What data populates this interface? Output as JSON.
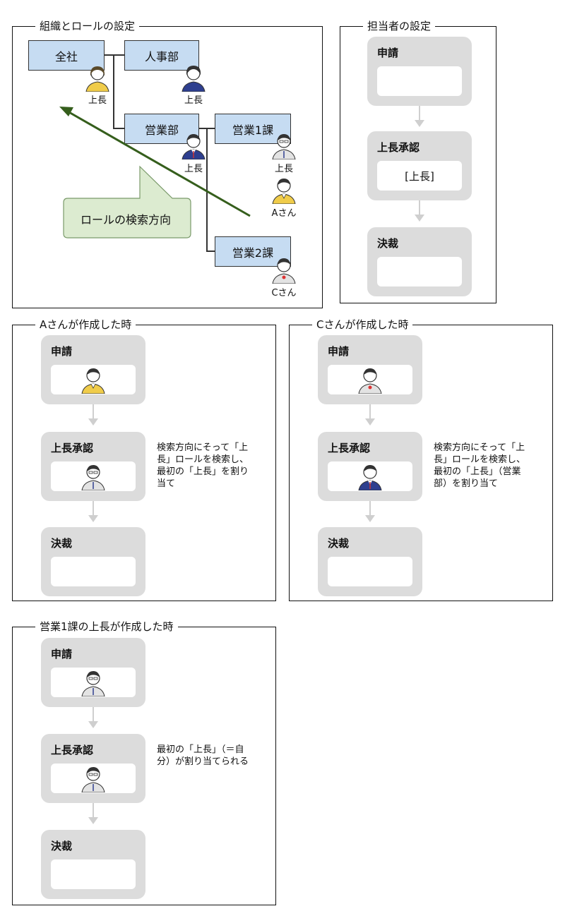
{
  "frames": {
    "org": {
      "title": "組織とロールの設定"
    },
    "assignee": {
      "title": "担当者の設定"
    },
    "a_created": {
      "title": "Aさんが作成した時"
    },
    "c_created": {
      "title": "Cさんが作成した時"
    },
    "sec1_created": {
      "title": "営業1課の上長が作成した時"
    }
  },
  "org_chart": {
    "units": {
      "zensha": "全社",
      "jinji": "人事部",
      "eigyo": "営業部",
      "eigyo1": "営業1課",
      "eigyo2": "営業2課"
    },
    "labels": {
      "zensha_boss": "上長",
      "jinji_boss": "上長",
      "eigyo_boss": "上長",
      "eigyo1_boss": "上長",
      "a_san": "Aさん",
      "c_san": "Cさん"
    },
    "callout": "ロールの検索方向"
  },
  "assignee_flow": {
    "step1": {
      "title": "申請",
      "value": ""
    },
    "step2": {
      "title": "上長承認",
      "value": "[上長]"
    },
    "step3": {
      "title": "決裁",
      "value": ""
    }
  },
  "case_a": {
    "step1": "申請",
    "step2": "上長承認",
    "step3": "決裁",
    "note": "検索方向にそって「上\n長」ロールを検索し、\n最初の「上長」を割り\n当て"
  },
  "case_c": {
    "step1": "申請",
    "step2": "上長承認",
    "step3": "決裁",
    "note": "検索方向にそって「上\n長」ロールを検索し、\n最初の「上長」（営業\n部）を割り当て"
  },
  "case_sec1": {
    "step1": "申請",
    "step2": "上長承認",
    "step3": "決裁",
    "note": "最初の「上長」（＝自\n分）が割り当てられる"
  },
  "colors": {
    "org_box": "#c6dcf2",
    "arrow": "#355e1c",
    "callout_fill": "#dcebd0",
    "step_bg": "#dcdcdc",
    "person_yellow": "#f0cc4a",
    "person_navy": "#2e3f8f",
    "person_gray": "#dddddd"
  }
}
